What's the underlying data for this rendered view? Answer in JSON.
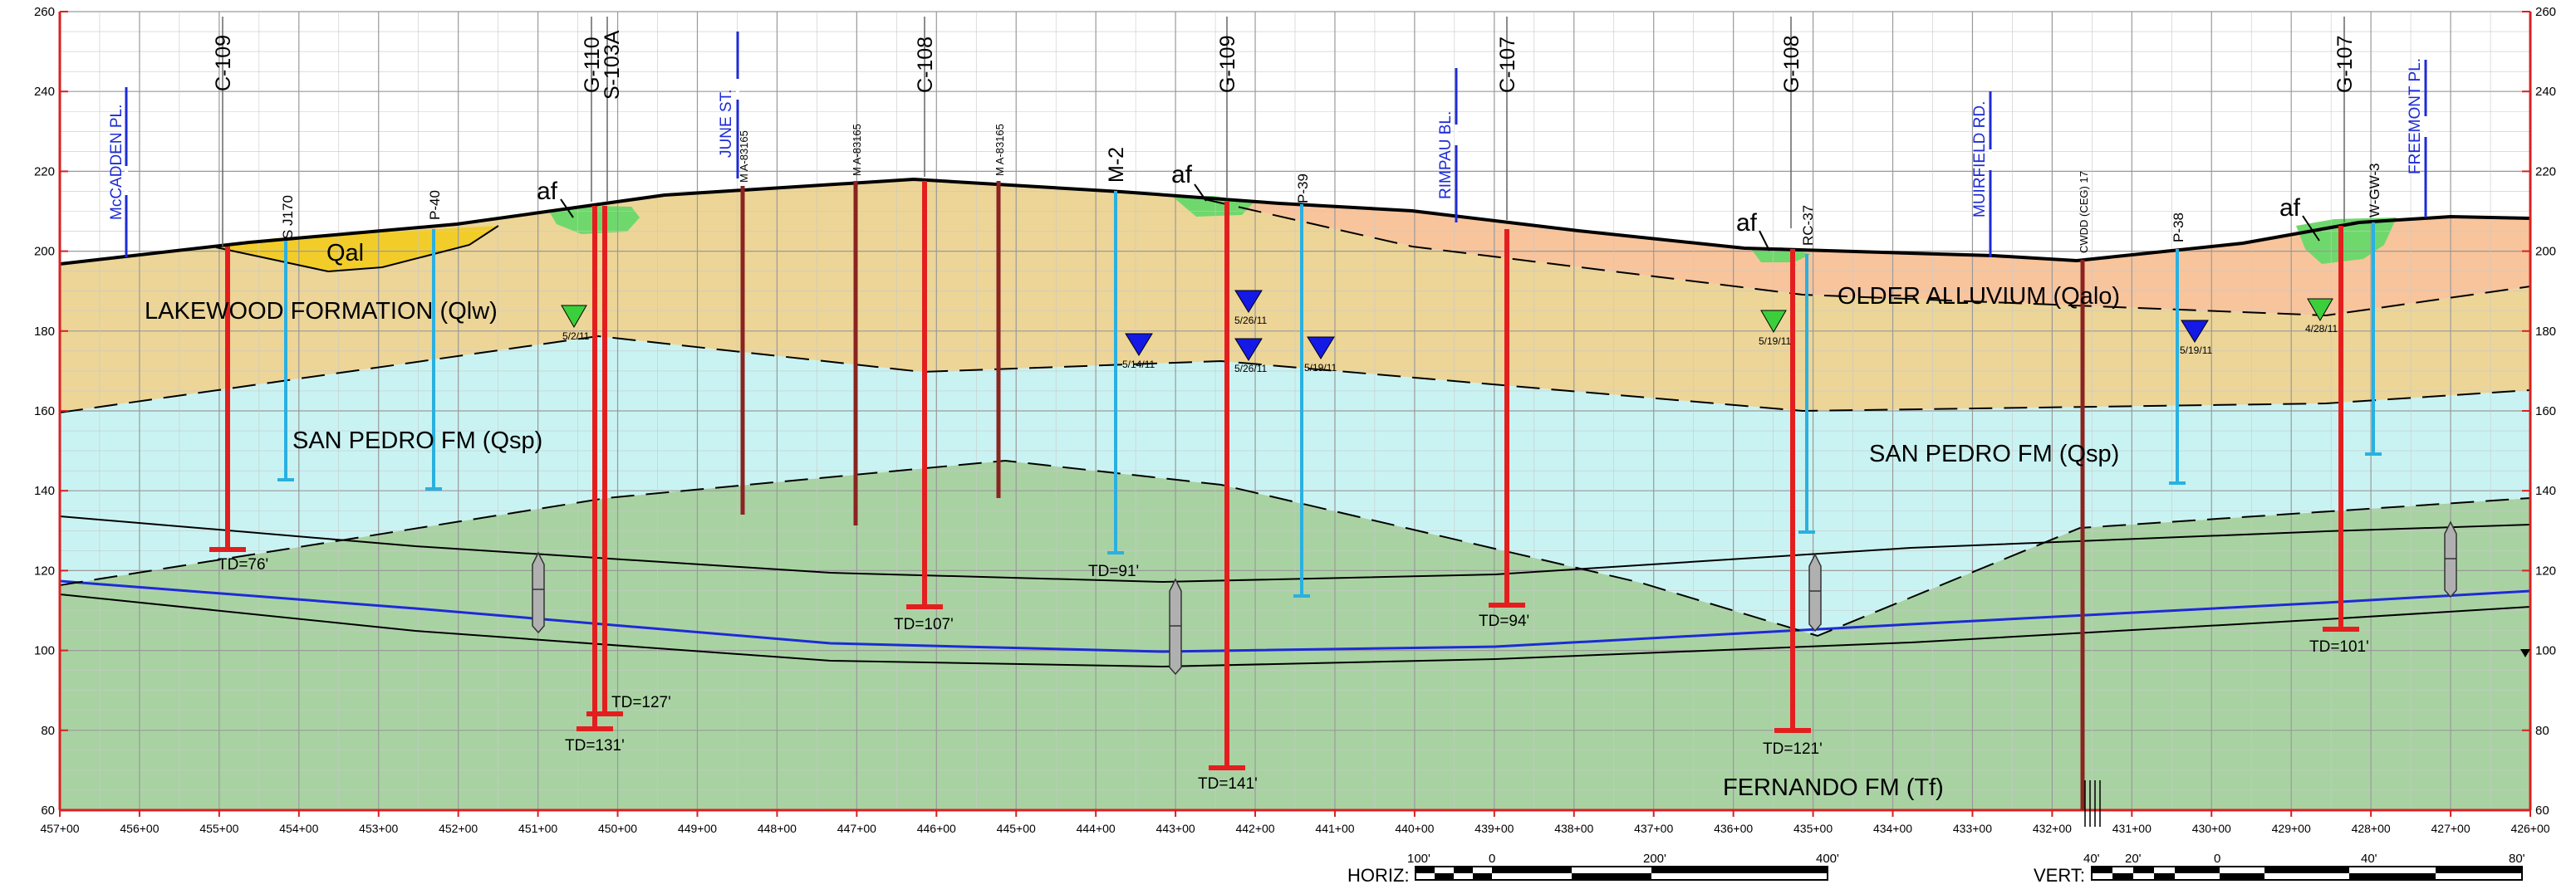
{
  "axes": {
    "elevations": [
      260,
      240,
      220,
      200,
      180,
      160,
      140,
      120,
      100,
      80,
      60
    ],
    "stations": [
      "457+00",
      "456+00",
      "455+00",
      "454+00",
      "453+00",
      "452+00",
      "451+00",
      "450+00",
      "449+00",
      "448+00",
      "447+00",
      "446+00",
      "445+00",
      "444+00",
      "443+00",
      "442+00",
      "441+00",
      "440+00",
      "439+00",
      "438+00",
      "437+00",
      "436+00",
      "435+00",
      "434+00",
      "433+00",
      "432+00",
      "431+00",
      "430+00",
      "429+00",
      "428+00",
      "427+00",
      "426+00"
    ]
  },
  "units": {
    "qal": "Qal",
    "lakewood": "LAKEWOOD FORMATION (Qlw)",
    "san_pedro_left": "SAN PEDRO FM (Qsp)",
    "older_alluvium": "OLDER ALLUVIUM   (Qalo)",
    "san_pedro_right": "SAN PEDRO FM   (Qsp)",
    "fernando": "FERNANDO FM (Tf)",
    "af": "af"
  },
  "streets": [
    "McCADDEN PL.",
    "JUNE ST.",
    "RIMPAU BL.",
    "MUIRFIELD RD.",
    "FREEMONT PL."
  ],
  "borings": [
    {
      "name": "C-109",
      "td": "TD=76'"
    },
    {
      "name": "G-110",
      "td": "TD=131'"
    },
    {
      "name": "S-103A",
      "td": "TD=127'"
    },
    {
      "name": "C-108",
      "td": "TD=107'"
    },
    {
      "name": "G-109",
      "td": "TD=141'"
    },
    {
      "name": "C-107",
      "td": "TD=94'"
    },
    {
      "name": "G-108",
      "td": "TD=121'"
    },
    {
      "name": "G-107",
      "td": "TD=101'"
    }
  ],
  "monitoring_wells": {
    "sj170": "S J170",
    "p40": "P-40",
    "m2": "M-2",
    "m2_td": "TD=91'",
    "p39": "P-39",
    "rc37": "RC-37",
    "p38": "P-38",
    "wgw3": "W-GW-3"
  },
  "other_wells": {
    "ma1": "M A-83165",
    "ma2": "M A-83165",
    "ma3": "M A-83165",
    "cwdd": "CWDD (CEG) 17"
  },
  "water_levels": [
    "5/2/11",
    "5/14/11",
    "5/26/11",
    "5/26/11",
    "5/19/11",
    "5/19/11",
    "5/19/11",
    "4/28/11"
  ],
  "scale_bars": {
    "horiz_label": "HORIZ:",
    "horiz_ticks": [
      "100'",
      "0",
      "200'",
      "400'"
    ],
    "vert_label": "VERT:",
    "vert_ticks": [
      "40'",
      "20'",
      "0",
      "40'",
      "80'"
    ]
  }
}
